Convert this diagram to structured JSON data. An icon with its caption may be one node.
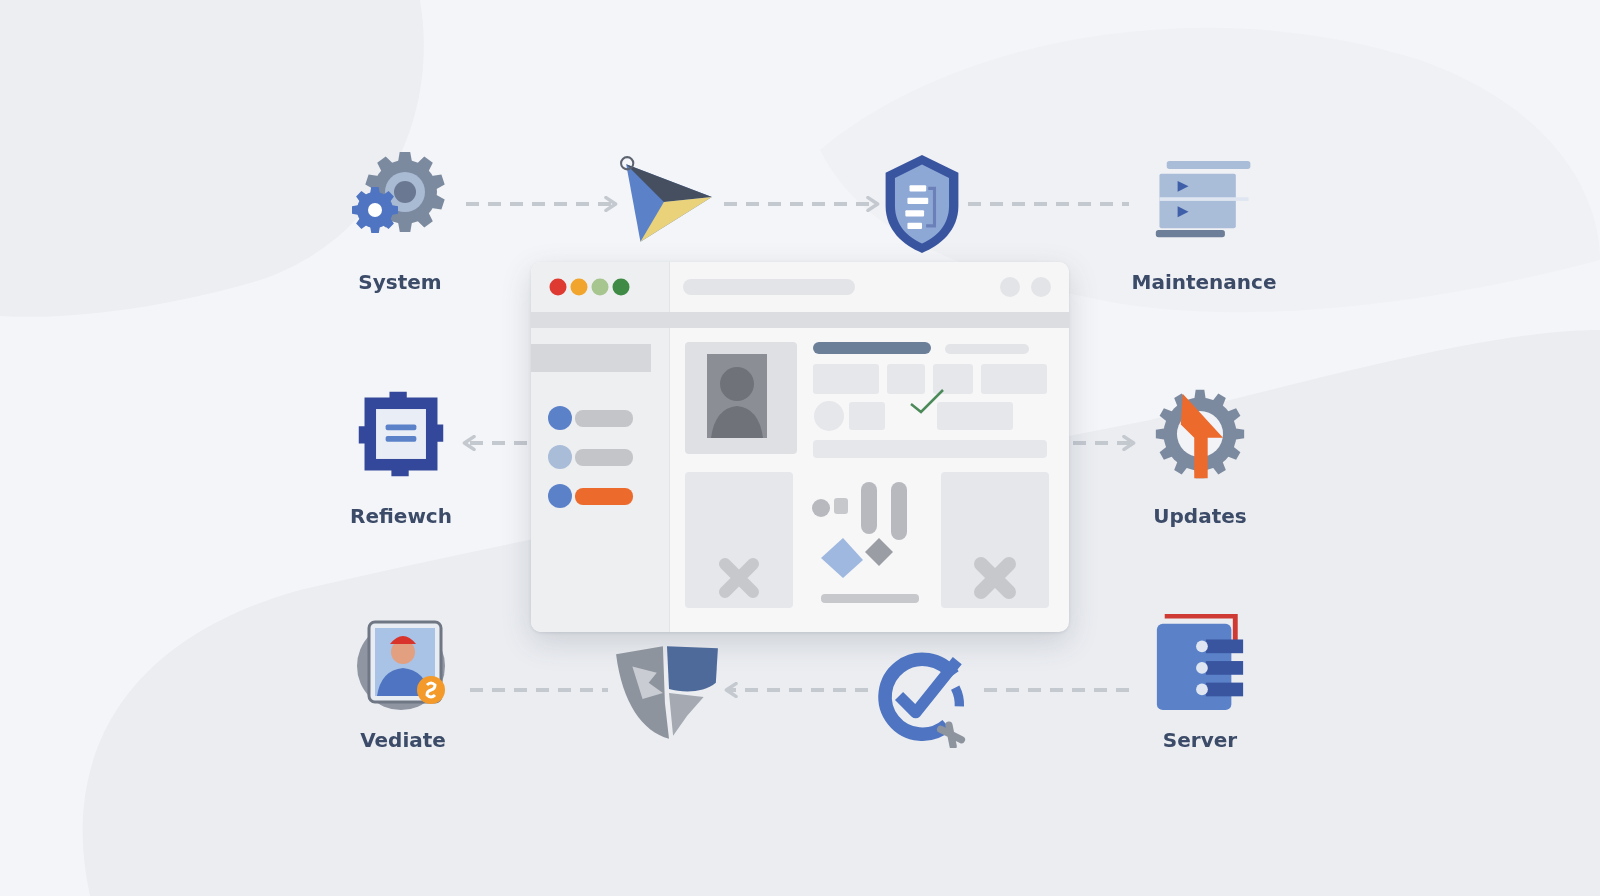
{
  "diagram": {
    "nodes": [
      {
        "text": [
          "System"
        ]
      },
      {
        "text": [],
        "shape": "picture"
      },
      {
        "text": [],
        "shape": "picture"
      },
      {
        "text": [
          "Maintenance"
        ]
      },
      {
        "text": [
          "Refiewch"
        ]
      },
      {
        "text": [],
        "shape": "picture"
      },
      {
        "text": [
          "Updates"
        ]
      },
      {
        "text": [
          "Vediate"
        ]
      },
      {
        "text": [],
        "shape": "picture"
      },
      {
        "text": [],
        "shape": "picture"
      },
      {
        "text": [
          "Server"
        ]
      }
    ],
    "edges": [
      {
        "from": 0,
        "to": 1,
        "arrow": "to",
        "style": "dashed"
      },
      {
        "from": 1,
        "to": 2,
        "arrow": "to",
        "style": "dashed"
      },
      {
        "from": 2,
        "to": 3,
        "arrow": "none",
        "style": "dashed"
      },
      {
        "from": 5,
        "to": 4,
        "arrow": "to",
        "style": "dashed"
      },
      {
        "from": 5,
        "to": 6,
        "arrow": "to",
        "style": "dashed"
      },
      {
        "from": 7,
        "to": 8,
        "arrow": "none",
        "style": "dashed"
      },
      {
        "from": 9,
        "to": 8,
        "arrow": "to",
        "style": "dashed"
      },
      {
        "from": 10,
        "to": 9,
        "arrow": "none",
        "style": "dashed"
      }
    ]
  }
}
